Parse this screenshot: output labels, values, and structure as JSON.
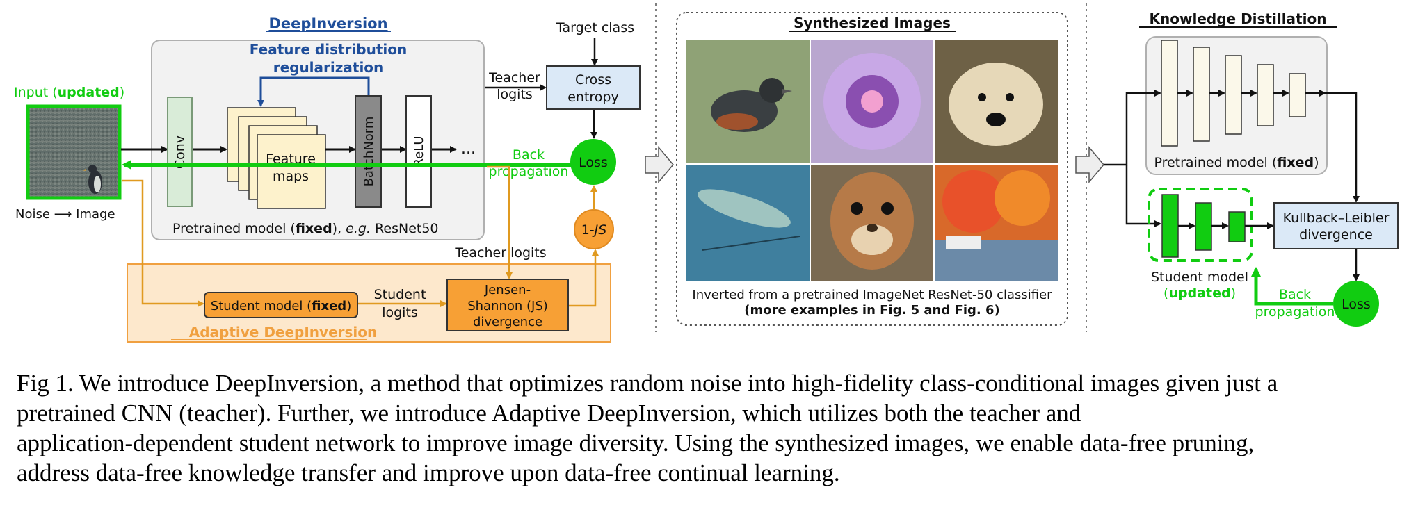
{
  "deepinversion": {
    "title": "DeepInversion",
    "feature_reg_line1": "Feature distribution",
    "feature_reg_line2": "regularization",
    "input_label_pre": "Input (",
    "input_label_bold": "updated",
    "input_label_post": ")",
    "noise_label": "Noise ⟶ Image",
    "conv": "Conv",
    "feature_maps_line1": "Feature",
    "feature_maps_line2": "maps",
    "batchnorm": "BatchNorm",
    "relu": "ReLU",
    "ellipsis": "...",
    "pretrained_pre": "Pretrained model (",
    "pretrained_bold": "fixed",
    "pretrained_mid": "), ",
    "pretrained_eg": "e.g.",
    "pretrained_post": " ResNet50",
    "target_class": "Target class",
    "teacher_logits_line1": "Teacher",
    "teacher_logits_line2": "logits",
    "cross_entropy_line1": "Cross",
    "cross_entropy_line2": "entropy",
    "loss": "Loss",
    "back_line1": "Back",
    "back_line2": "propagation",
    "one_js_pre": "1-",
    "one_js_it": "JS"
  },
  "adaptive": {
    "title": "Adaptive DeepInversion",
    "teacher_logits": "Teacher  logits",
    "student_pre": "Student model (",
    "student_bold": "fixed",
    "student_post": ")",
    "student_logits_line1": "Student",
    "student_logits_line2": "logits",
    "js_line1": "Jensen-",
    "js_line2": "Shannon (JS)",
    "js_line3": "divergence"
  },
  "synth": {
    "title": "Synthesized Images",
    "desc_line1": "Inverted from a pretrained ImageNet ResNet-50 classifier",
    "desc_line2": "(more examples in Fig. 5 and Fig. 6)"
  },
  "kd": {
    "title": "Knowledge Distillation",
    "pretrained_pre": "Pretrained model (",
    "pretrained_bold": "fixed",
    "pretrained_post": ")",
    "student_line1": "Student model",
    "student_line2_pre": "(",
    "student_line2_bold": "updated",
    "student_line2_post": ")",
    "kl_line1": "Kullback–Leibler",
    "kl_line2": "divergence",
    "back_line1": "Back",
    "back_line2": "propagation",
    "loss": "Loss"
  },
  "caption": {
    "line1": "Fig 1. We introduce DeepInversion, a method that optimizes random noise into high-fidelity class-conditional images given just a",
    "line2": "pretrained CNN (teacher). Further, we introduce Adaptive DeepInversion, which utilizes both the teacher and",
    "line3": "application-dependent student network to improve image diversity. Using the synthesized images, we enable data-free pruning,",
    "line4": "address data-free knowledge transfer and improve upon data-free continual learning."
  },
  "colors": {
    "green": "#11cc11",
    "orange": "#f0a040",
    "orange_fill": "#ff9933",
    "adaptive_bg": "#fde8cc",
    "blue_title": "#1f4e9a",
    "ce_fill": "#dbe9f7"
  }
}
